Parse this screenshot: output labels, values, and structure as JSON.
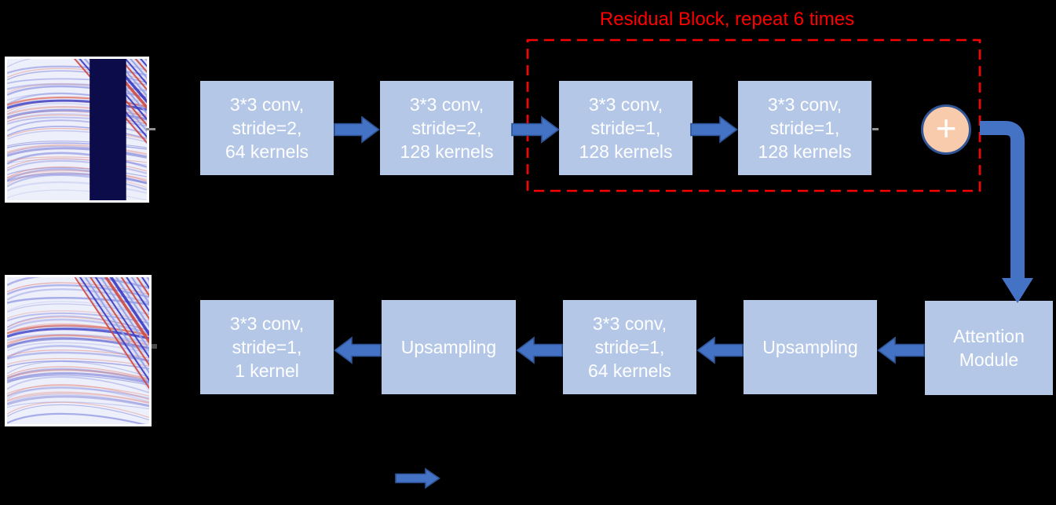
{
  "residual_block": {
    "label": "Residual Block, repeat 6 times"
  },
  "nodes": {
    "conv1": {
      "label": "3*3 conv,\nstride=2,\n64 kernels"
    },
    "conv2": {
      "label": "3*3 conv,\nstride=2,\n128 kernels"
    },
    "res_conv1": {
      "label": "3*3 conv,\nstride=1,\n128 kernels"
    },
    "res_conv2": {
      "label": "3*3 conv,\nstride=1,\n128 kernels"
    },
    "sum": {
      "symbol": "+"
    },
    "attention": {
      "label": "Attention\nModule"
    },
    "upsample1": {
      "label": "Upsampling"
    },
    "deconv": {
      "label": "3*3 conv,\nstride=1,\n64 kernels"
    },
    "upsample2": {
      "label": "Upsampling"
    },
    "out_conv": {
      "label": "3*3 conv,\nstride=1,\n1 kernel"
    }
  },
  "icons": {
    "input_image": "masked-seismic-gather",
    "output_image": "reconstructed-seismic-gather",
    "sum_icon": "plus-in-circle",
    "flow_icon": "right-block-arrow"
  },
  "palette": {
    "background": "#000000",
    "box_fill": "#b4c7e7",
    "box_text": "#ffffff",
    "arrow_fill": "#4472c4",
    "arrow_outline": "#2f5597",
    "residual_outline": "#ff0000",
    "sum_fill": "#f8cbad",
    "sum_outline": "#2f5597",
    "mask_fill": "#0c0c4a"
  }
}
